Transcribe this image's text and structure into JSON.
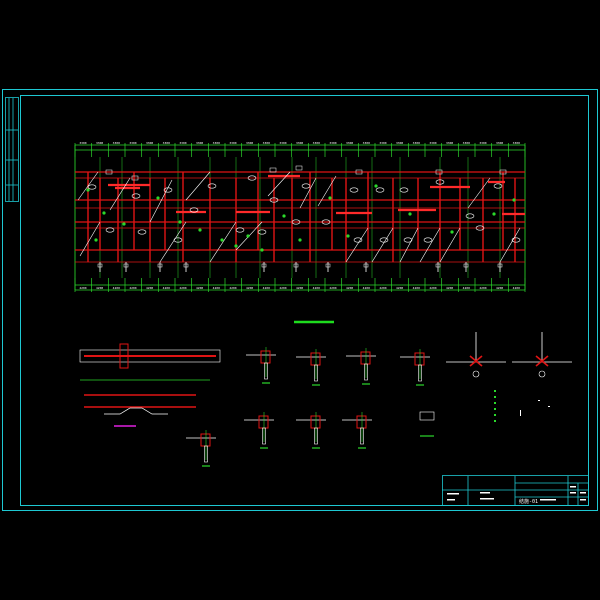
{
  "colors": {
    "background": "#000000",
    "frame": "#1ec8d2",
    "grid_lines": "#2bd92b",
    "walls": "#e01414",
    "beams": "#ff2a2a",
    "annotations": "#ffffff",
    "title_bar": "#1edc1e",
    "detail_tag": "#e020e0"
  },
  "plan": {
    "top_dimension_labels": [
      "3300",
      "3300",
      "3300",
      "3300",
      "3300",
      "3300",
      "3300",
      "3300",
      "3300",
      "3300",
      "3300",
      "3300",
      "3300",
      "3300",
      "3300",
      "3300",
      "3300",
      "3300",
      "3300",
      "3300",
      "3300",
      "3300",
      "3300",
      "3300",
      "3300",
      "3300",
      "3300",
      "3300"
    ],
    "bottom_dimension_labels": [
      "4200",
      "4200",
      "4200",
      "4200",
      "4200",
      "4200",
      "4200",
      "4200",
      "4200",
      "4200",
      "4200",
      "4200",
      "4200",
      "4200",
      "4200",
      "4200",
      "4200",
      "4200",
      "4200",
      "4200",
      "4200",
      "4200",
      "4200",
      "4200",
      "4200",
      "4200",
      "4200",
      "4200"
    ]
  },
  "title_block": {
    "label": "结施-01"
  }
}
